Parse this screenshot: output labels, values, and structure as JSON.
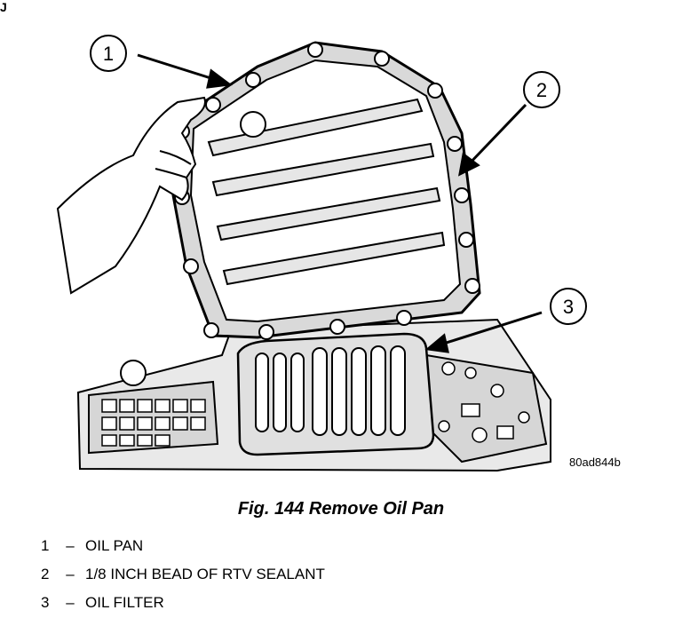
{
  "figure": {
    "caption": "Fig. 144 Remove Oil Pan",
    "code": "80ad844b",
    "corner_mark": "J"
  },
  "callouts": [
    "1",
    "2",
    "3"
  ],
  "legend": [
    {
      "num": "1",
      "dash": "–",
      "text": "OIL PAN"
    },
    {
      "num": "2",
      "dash": "–",
      "text": "1/8 INCH BEAD OF RTV SEALANT"
    },
    {
      "num": "3",
      "dash": "–",
      "text": "OIL FILTER"
    }
  ]
}
